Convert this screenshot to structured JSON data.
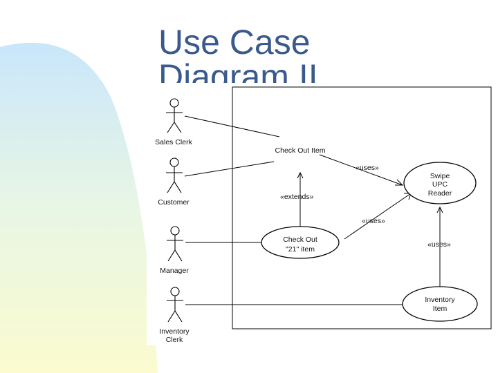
{
  "slide": {
    "title_lines": [
      "Use Case",
      "Diagram II"
    ],
    "title_color": "#3a5a8c",
    "background_gradient": [
      "#c9e6fb",
      "#e8f6e4",
      "#fbfbcf"
    ]
  },
  "diagram": {
    "actors": [
      {
        "id": "sales-clerk",
        "label_lines": [
          "Sales Clerk"
        ]
      },
      {
        "id": "customer",
        "label_lines": [
          "Customer"
        ]
      },
      {
        "id": "manager",
        "label_lines": [
          "Manager"
        ]
      },
      {
        "id": "inventory-clerk",
        "label_lines": [
          "Inventory",
          "Clerk"
        ]
      }
    ],
    "use_cases": [
      {
        "id": "check-out-item",
        "label_lines": [
          "Check Out Item"
        ],
        "outlined": false
      },
      {
        "id": "swipe-upc-reader",
        "label_lines": [
          "Swipe",
          "UPC",
          "Reader"
        ],
        "outlined": true
      },
      {
        "id": "check-out-21-item",
        "label_lines": [
          "Check Out",
          "\"21\" item"
        ],
        "outlined": true
      },
      {
        "id": "inventory-item",
        "label_lines": [
          "Inventory",
          "Item"
        ],
        "outlined": true
      }
    ],
    "relationships": [
      {
        "from": "check-out-item",
        "to": "swipe-upc-reader",
        "label": "«uses»"
      },
      {
        "from": "check-out-21-item",
        "to": "check-out-item",
        "label": "«extends»"
      },
      {
        "from": "check-out-21-item",
        "to": "swipe-upc-reader",
        "label": "«uses»"
      },
      {
        "from": "inventory-item",
        "to": "swipe-upc-reader",
        "label": "«uses»"
      }
    ],
    "associations": [
      {
        "actor": "sales-clerk",
        "use_case": "check-out-item"
      },
      {
        "actor": "customer",
        "use_case": "check-out-item"
      },
      {
        "actor": "manager",
        "use_case": "check-out-21-item"
      },
      {
        "actor": "inventory-clerk",
        "use_case": "inventory-item"
      }
    ]
  }
}
